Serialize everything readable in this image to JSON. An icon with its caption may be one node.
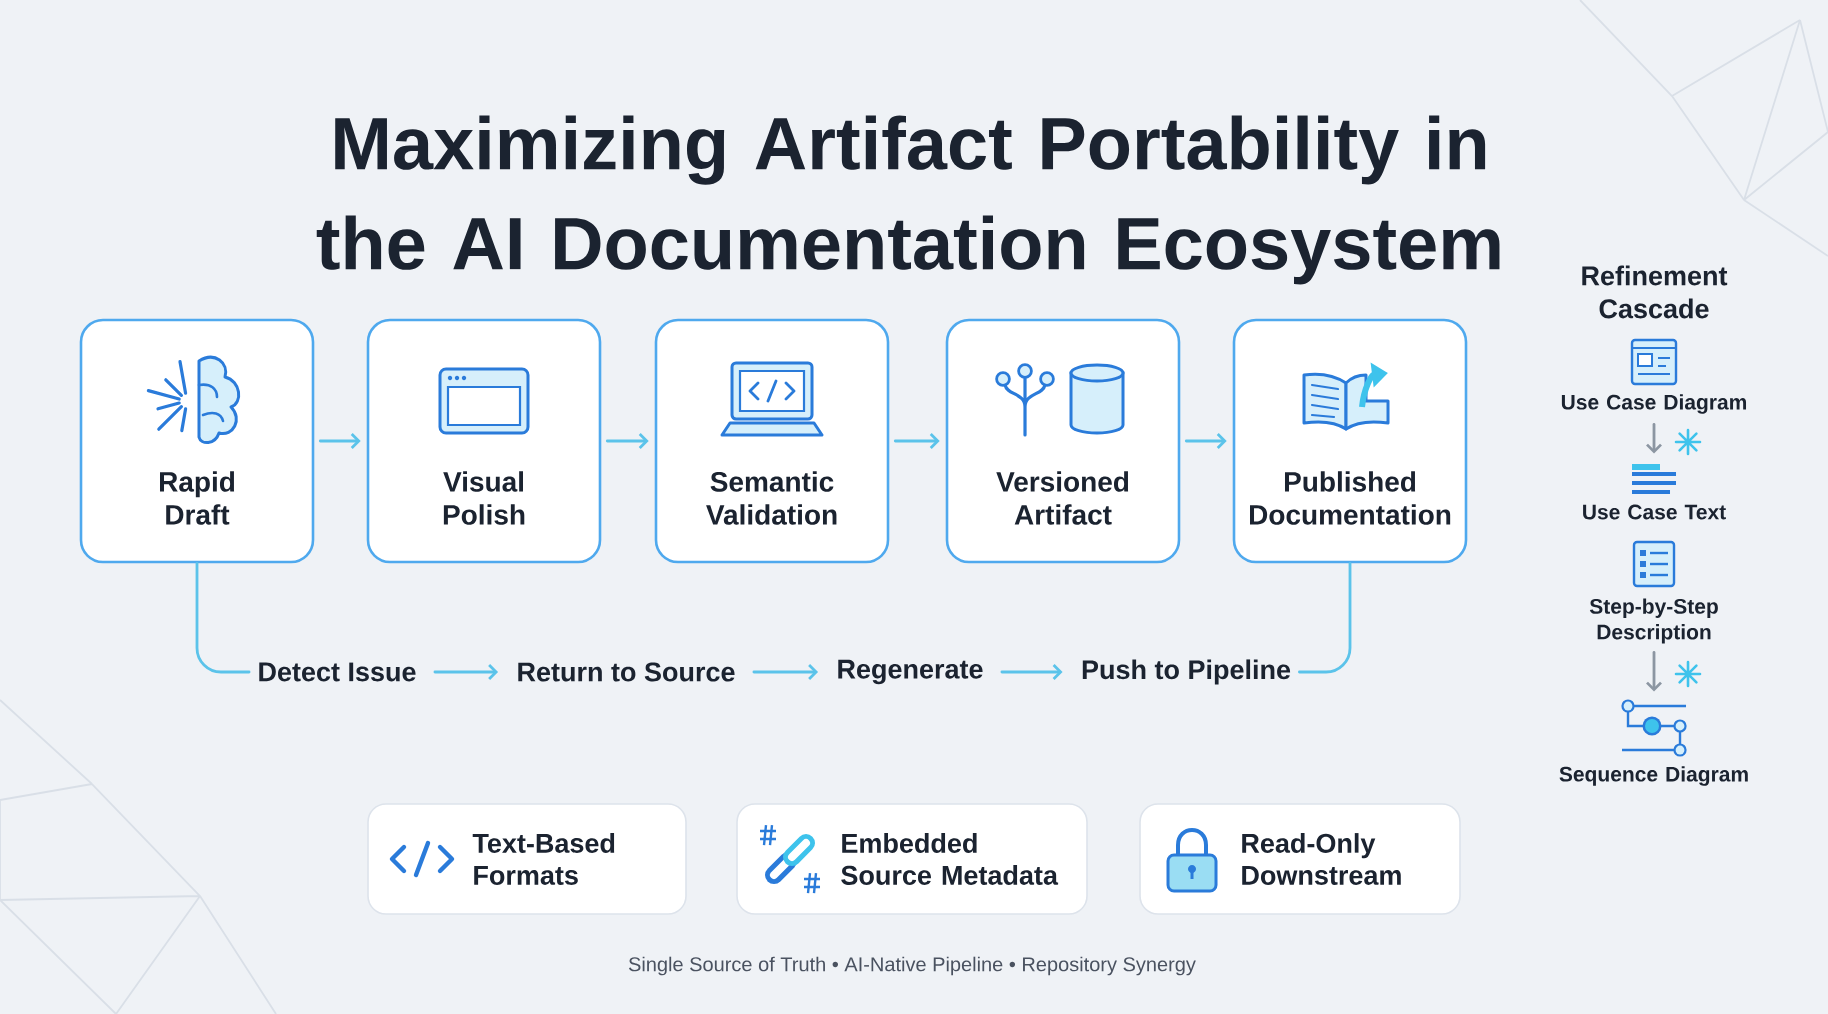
{
  "diagram": {
    "title": "Maximizing Artifact Portability in the AI Documentation Ecosystem",
    "caption": "Single Source of Truth • AI-Native Pipeline • Repository Synergy",
    "nodes": [
      {
        "text": [
          "Rapid Draft"
        ]
      },
      {
        "text": [
          "Visual Polish"
        ]
      },
      {
        "text": [
          "Semantic Validation"
        ]
      },
      {
        "text": [
          "Versioned Artifact"
        ]
      },
      {
        "text": [
          "Published Documentation"
        ]
      },
      {
        "text": [
          "Detect Issue"
        ]
      },
      {
        "text": [
          "Return to Source"
        ]
      },
      {
        "text": [
          "Regenerate"
        ]
      },
      {
        "text": [
          "Push to Pipeline"
        ]
      },
      {
        "text": [
          "Use Case Diagram"
        ]
      },
      {
        "text": [
          "Use Case Text"
        ]
      },
      {
        "text": [
          "Step-by-Step Description"
        ]
      },
      {
        "text": [
          "Sequence Diagram"
        ]
      },
      {
        "text": [
          "Text-Based Formats"
        ]
      },
      {
        "text": [
          "Embedded Source Metadata"
        ]
      },
      {
        "text": [
          "Read-Only Downstream"
        ]
      }
    ],
    "edges": [
      {
        "from": 0,
        "to": 1,
        "arrow": "to"
      },
      {
        "from": 1,
        "to": 2,
        "arrow": "to"
      },
      {
        "from": 2,
        "to": 3,
        "arrow": "to"
      },
      {
        "from": 3,
        "to": 4,
        "arrow": "to"
      },
      {
        "from": 0,
        "to": 5,
        "arrow": "none"
      },
      {
        "from": 5,
        "to": 6,
        "arrow": "to"
      },
      {
        "from": 6,
        "to": 7,
        "arrow": "to"
      },
      {
        "from": 7,
        "to": 8,
        "arrow": "to"
      },
      {
        "from": 8,
        "to": 4,
        "arrow": "none"
      },
      {
        "from": 9,
        "to": 10,
        "arrow": "to",
        "color": "#8c96a2"
      },
      {
        "from": 11,
        "to": 12,
        "arrow": "to",
        "color": "#8c96a2"
      }
    ],
    "labels": [
      "Refinement Cascade"
    ]
  }
}
